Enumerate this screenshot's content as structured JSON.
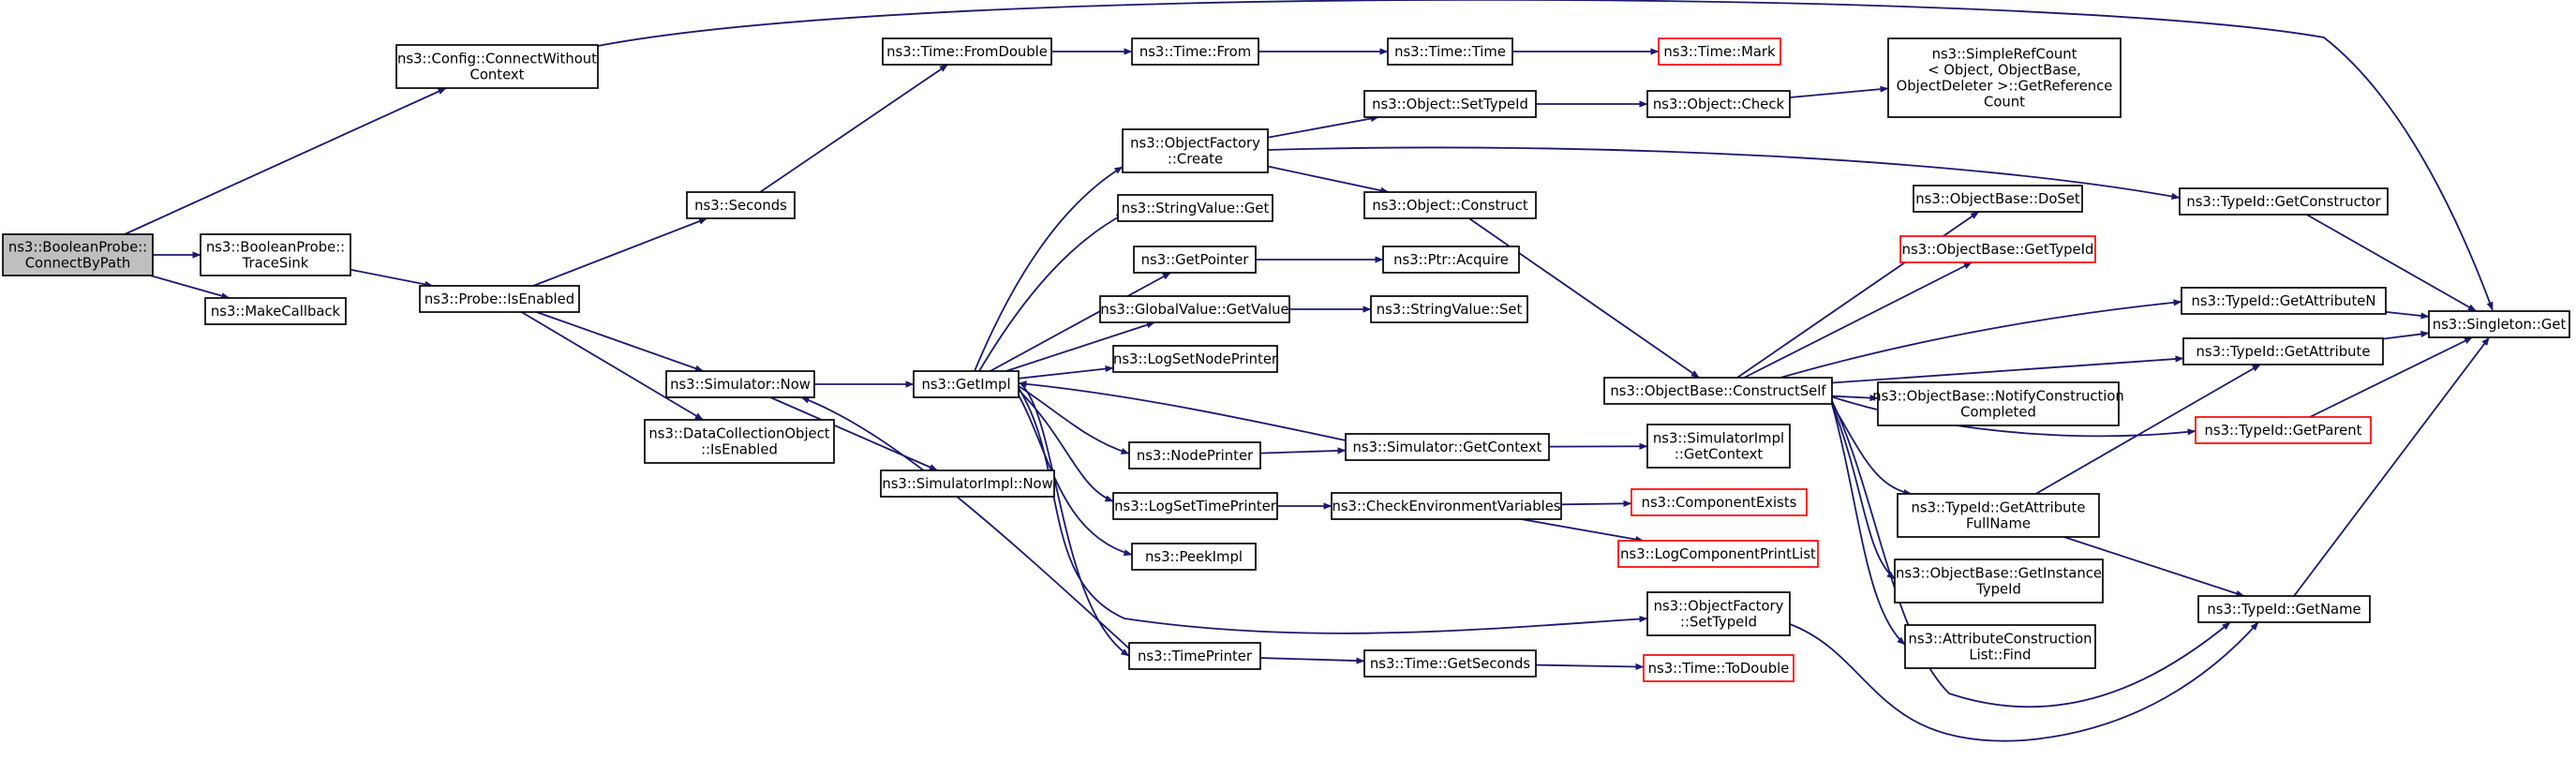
{
  "colors": {
    "edge": "#191970",
    "node_border": "#000000",
    "truncated_border": "#ff0000",
    "root_fill": "#bfbfbf",
    "node_fill": "#ffffff",
    "text": "#000000"
  },
  "nodes": [
    {
      "id": "root",
      "lines": [
        "ns3::BooleanProbe::",
        "ConnectByPath"
      ],
      "variant": "root"
    },
    {
      "id": "connectWithoutContext",
      "lines": [
        "ns3::Config::ConnectWithout",
        "Context"
      ]
    },
    {
      "id": "traceSink",
      "lines": [
        "ns3::BooleanProbe::",
        "TraceSink"
      ]
    },
    {
      "id": "makeCallback",
      "lines": [
        "ns3::MakeCallback"
      ]
    },
    {
      "id": "probeIsEnabled",
      "lines": [
        "ns3::Probe::IsEnabled"
      ]
    },
    {
      "id": "seconds",
      "lines": [
        "ns3::Seconds"
      ]
    },
    {
      "id": "simulatorNow",
      "lines": [
        "ns3::Simulator::Now"
      ]
    },
    {
      "id": "dcoIsEnabled",
      "lines": [
        "ns3::DataCollectionObject",
        "::IsEnabled"
      ]
    },
    {
      "id": "timeFromDouble",
      "lines": [
        "ns3::Time::FromDouble"
      ]
    },
    {
      "id": "getImpl",
      "lines": [
        "ns3::GetImpl"
      ]
    },
    {
      "id": "simImplNow",
      "lines": [
        "ns3::SimulatorImpl::Now"
      ]
    },
    {
      "id": "timeFrom",
      "lines": [
        "ns3::Time::From"
      ]
    },
    {
      "id": "timeTime",
      "lines": [
        "ns3::Time::Time"
      ]
    },
    {
      "id": "timeMark",
      "lines": [
        "ns3::Time::Mark"
      ],
      "variant": "truncated"
    },
    {
      "id": "objFactoryCreate",
      "lines": [
        "ns3::ObjectFactory",
        "::Create"
      ]
    },
    {
      "id": "stringValueGet",
      "lines": [
        "ns3::StringValue::Get"
      ]
    },
    {
      "id": "getPointer",
      "lines": [
        "ns3::GetPointer"
      ]
    },
    {
      "id": "globalValueGetValue",
      "lines": [
        "ns3::GlobalValue::GetValue"
      ]
    },
    {
      "id": "logSetNodePrinter",
      "lines": [
        "ns3::LogSetNodePrinter"
      ]
    },
    {
      "id": "nodePrinter",
      "lines": [
        "ns3::NodePrinter"
      ]
    },
    {
      "id": "logSetTimePrinter",
      "lines": [
        "ns3::LogSetTimePrinter"
      ]
    },
    {
      "id": "peekImpl",
      "lines": [
        "ns3::PeekImpl"
      ]
    },
    {
      "id": "timePrinter",
      "lines": [
        "ns3::TimePrinter"
      ]
    },
    {
      "id": "objectSetTypeId",
      "lines": [
        "ns3::Object::SetTypeId"
      ]
    },
    {
      "id": "objectConstruct",
      "lines": [
        "ns3::Object::Construct"
      ]
    },
    {
      "id": "ptrAcquire",
      "lines": [
        "ns3::Ptr::Acquire"
      ]
    },
    {
      "id": "stringValueSet",
      "lines": [
        "ns3::StringValue::Set"
      ]
    },
    {
      "id": "simGetContext",
      "lines": [
        "ns3::Simulator::GetContext"
      ]
    },
    {
      "id": "checkEnvVars",
      "lines": [
        "ns3::CheckEnvironmentVariables"
      ]
    },
    {
      "id": "timeGetSeconds",
      "lines": [
        "ns3::Time::GetSeconds"
      ]
    },
    {
      "id": "objectCheck",
      "lines": [
        "ns3::Object::Check"
      ]
    },
    {
      "id": "simpleRefCount",
      "lines": [
        "ns3::SimpleRefCount",
        "< Object, ObjectBase,",
        "ObjectDeleter >::GetReference",
        "Count"
      ]
    },
    {
      "id": "constructSelf",
      "lines": [
        "ns3::ObjectBase::ConstructSelf"
      ]
    },
    {
      "id": "simImplGetContext",
      "lines": [
        "ns3::SimulatorImpl",
        "::GetContext"
      ]
    },
    {
      "id": "componentExists",
      "lines": [
        "ns3::ComponentExists"
      ],
      "variant": "truncated"
    },
    {
      "id": "logComponentPrintList",
      "lines": [
        "ns3::LogComponentPrintList"
      ],
      "variant": "truncated"
    },
    {
      "id": "objFactorySetTypeId",
      "lines": [
        "ns3::ObjectFactory",
        "::SetTypeId"
      ]
    },
    {
      "id": "timeToDouble",
      "lines": [
        "ns3::Time::ToDouble"
      ],
      "variant": "truncated"
    },
    {
      "id": "objectBaseDoSet",
      "lines": [
        "ns3::ObjectBase::DoSet"
      ]
    },
    {
      "id": "objectBaseGetTypeId",
      "lines": [
        "ns3::ObjectBase::GetTypeId"
      ],
      "variant": "truncated"
    },
    {
      "id": "notifyConstructionCompleted",
      "lines": [
        "ns3::ObjectBase::NotifyConstruction",
        "Completed"
      ]
    },
    {
      "id": "getAttributeFullName",
      "lines": [
        "ns3::TypeId::GetAttribute",
        "FullName"
      ]
    },
    {
      "id": "getInstanceTypeId",
      "lines": [
        "ns3::ObjectBase::GetInstance",
        "TypeId"
      ]
    },
    {
      "id": "attrConstructionFind",
      "lines": [
        "ns3::AttributeConstruction",
        "List::Find"
      ]
    },
    {
      "id": "getConstructor",
      "lines": [
        "ns3::TypeId::GetConstructor"
      ]
    },
    {
      "id": "getAttributeN",
      "lines": [
        "ns3::TypeId::GetAttributeN"
      ]
    },
    {
      "id": "getAttribute",
      "lines": [
        "ns3::TypeId::GetAttribute"
      ]
    },
    {
      "id": "getParent",
      "lines": [
        "ns3::TypeId::GetParent"
      ],
      "variant": "truncated"
    },
    {
      "id": "getName",
      "lines": [
        "ns3::TypeId::GetName"
      ]
    },
    {
      "id": "singletonGet",
      "lines": [
        "ns3::Singleton::Get"
      ]
    }
  ],
  "edges": [
    [
      "root",
      "connectWithoutContext"
    ],
    [
      "root",
      "traceSink"
    ],
    [
      "root",
      "makeCallback"
    ],
    [
      "connectWithoutContext",
      "singletonGet"
    ],
    [
      "traceSink",
      "probeIsEnabled"
    ],
    [
      "probeIsEnabled",
      "seconds"
    ],
    [
      "probeIsEnabled",
      "simulatorNow"
    ],
    [
      "probeIsEnabled",
      "dcoIsEnabled"
    ],
    [
      "seconds",
      "timeFromDouble"
    ],
    [
      "simulatorNow",
      "getImpl"
    ],
    [
      "simulatorNow",
      "simImplNow"
    ],
    [
      "timeFromDouble",
      "timeFrom"
    ],
    [
      "timeFrom",
      "timeTime"
    ],
    [
      "timeTime",
      "timeMark"
    ],
    [
      "getImpl",
      "objFactoryCreate"
    ],
    [
      "getImpl",
      "stringValueGet"
    ],
    [
      "getImpl",
      "getPointer"
    ],
    [
      "getImpl",
      "globalValueGetValue"
    ],
    [
      "getImpl",
      "logSetNodePrinter"
    ],
    [
      "getImpl",
      "nodePrinter"
    ],
    [
      "getImpl",
      "logSetTimePrinter"
    ],
    [
      "getImpl",
      "peekImpl"
    ],
    [
      "getImpl",
      "timePrinter"
    ],
    [
      "getImpl",
      "objFactorySetTypeId"
    ],
    [
      "objFactoryCreate",
      "objectSetTypeId"
    ],
    [
      "objFactoryCreate",
      "objectConstruct"
    ],
    [
      "objFactoryCreate",
      "getConstructor"
    ],
    [
      "getPointer",
      "ptrAcquire"
    ],
    [
      "globalValueGetValue",
      "stringValueSet"
    ],
    [
      "nodePrinter",
      "simGetContext"
    ],
    [
      "logSetTimePrinter",
      "checkEnvVars"
    ],
    [
      "timePrinter",
      "simulatorNow"
    ],
    [
      "timePrinter",
      "timeGetSeconds"
    ],
    [
      "objectSetTypeId",
      "objectCheck"
    ],
    [
      "objectCheck",
      "simpleRefCount"
    ],
    [
      "objectConstruct",
      "constructSelf"
    ],
    [
      "simGetContext",
      "getImpl"
    ],
    [
      "simGetContext",
      "simImplGetContext"
    ],
    [
      "checkEnvVars",
      "componentExists"
    ],
    [
      "checkEnvVars",
      "logComponentPrintList"
    ],
    [
      "timeGetSeconds",
      "timeToDouble"
    ],
    [
      "constructSelf",
      "objectBaseDoSet"
    ],
    [
      "constructSelf",
      "objectBaseGetTypeId"
    ],
    [
      "constructSelf",
      "notifyConstructionCompleted"
    ],
    [
      "constructSelf",
      "getAttributeFullName"
    ],
    [
      "constructSelf",
      "getInstanceTypeId"
    ],
    [
      "constructSelf",
      "attrConstructionFind"
    ],
    [
      "constructSelf",
      "getAttributeN"
    ],
    [
      "constructSelf",
      "getAttribute"
    ],
    [
      "constructSelf",
      "getParent"
    ],
    [
      "constructSelf",
      "getName"
    ],
    [
      "objFactorySetTypeId",
      "getName"
    ],
    [
      "getAttributeFullName",
      "getAttribute"
    ],
    [
      "getAttributeFullName",
      "getName"
    ],
    [
      "getConstructor",
      "singletonGet"
    ],
    [
      "getAttributeN",
      "singletonGet"
    ],
    [
      "getAttribute",
      "singletonGet"
    ],
    [
      "getParent",
      "singletonGet"
    ],
    [
      "getName",
      "singletonGet"
    ]
  ]
}
